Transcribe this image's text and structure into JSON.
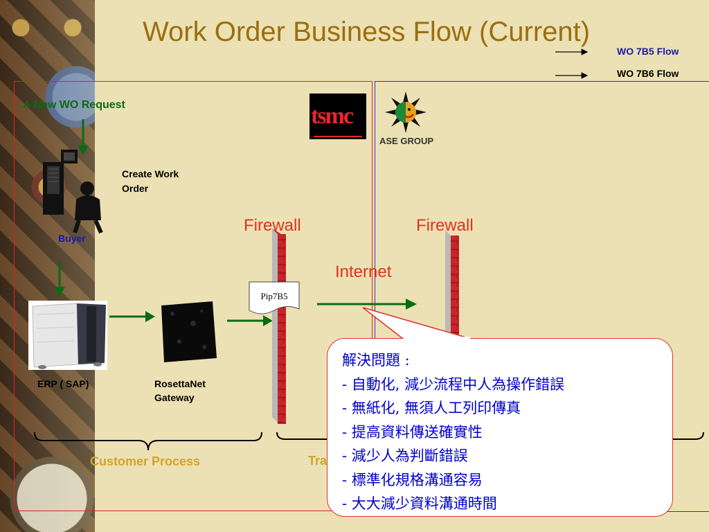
{
  "title": "Work Order Business Flow (Current)",
  "legend": {
    "b5": "WO 7B5 Flow",
    "b6": "WO 7B6 Flow"
  },
  "logos": {
    "tsmc": "tsmc",
    "ase": "ASE GROUP"
  },
  "labels": {
    "new_request": "A New WO Request",
    "create_work_order_1": "Create Work",
    "create_work_order_2": "Order",
    "buyer": "Buyer",
    "firewall_left": "Firewall",
    "firewall_right": "Firewall",
    "internet": "Internet",
    "pip": "Pip7B5",
    "erp": "ERP ( SAP)",
    "rosettanet_1": "RosettaNet",
    "rosettanet_2": "Gateway",
    "customer_process": "Customer Process",
    "trading_process_partial": "Tra"
  },
  "callout": {
    "heading": "解決問題 :",
    "items": [
      "- 自動化, 減少流程中人為操作錯誤",
      "- 無紙化, 無須人工列印傳真",
      "- 提高資料傳送確實性",
      "- 減少人為判斷錯誤",
      "- 標準化規格溝通容易",
      "- 大大減少資料溝通時間"
    ]
  },
  "colors": {
    "title": "#9a6f0f",
    "flow_green": "#0b6b14",
    "firewall": "#c8242a",
    "callout_text": "#0000cc",
    "box_red": "#dd2222",
    "box_blue": "#2233cc"
  }
}
